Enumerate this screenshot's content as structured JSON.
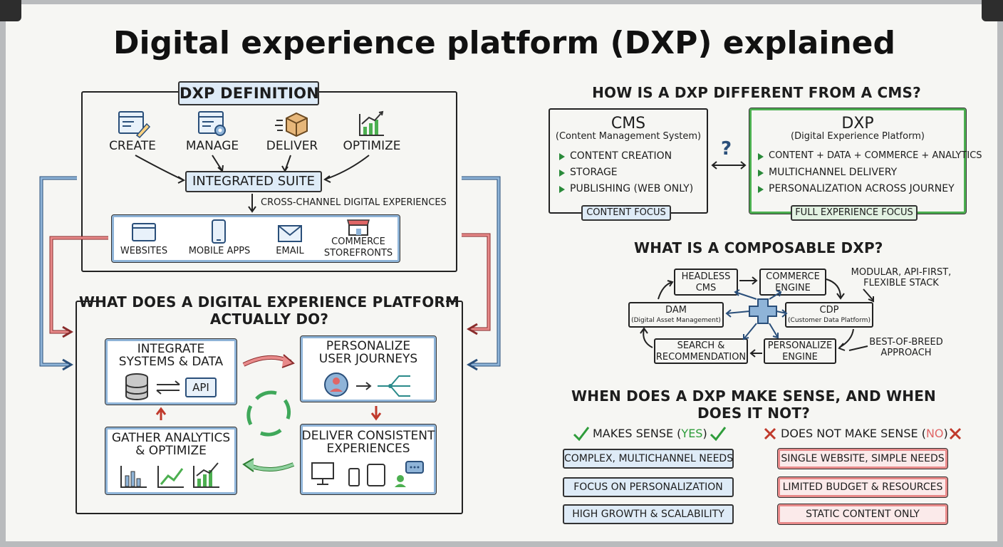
{
  "title": "Digital experience platform (DXP) explained",
  "definition": {
    "heading": "DXP DEFINITION",
    "capabilities": [
      {
        "label": "CREATE",
        "icon": "browser-pencil-icon"
      },
      {
        "label": "MANAGE",
        "icon": "list-gear-icon"
      },
      {
        "label": "DELIVER",
        "icon": "package-box-icon"
      },
      {
        "label": "OPTIMIZE",
        "icon": "bar-chart-trend-icon"
      }
    ],
    "suite": "INTEGRATED SUITE",
    "cross_channel": "CROSS-CHANNEL DIGITAL EXPERIENCES",
    "channels": [
      {
        "label": "WEBSITES",
        "icon": "browser-window-icon"
      },
      {
        "label": "MOBILE APPS",
        "icon": "smartphone-icon"
      },
      {
        "label": "EMAIL",
        "icon": "envelope-icon"
      },
      {
        "label": "COMMERCE STOREFRONTS",
        "line1": "COMMERCE",
        "line2": "STOREFRONTS",
        "icon": "storefront-icon"
      }
    ]
  },
  "what_does": {
    "heading_line1": "WHAT DOES A DIGITAL EXPERIENCE PLATFORM",
    "heading_line2": "ACTUALLY DO?",
    "steps": [
      {
        "line1": "INTEGRATE",
        "line2": "SYSTEMS & DATA",
        "api": "API"
      },
      {
        "line1": "PERSONALIZE",
        "line2": "USER JOURNEYS"
      },
      {
        "line1": "DELIVER CONSISTENT",
        "line2": "EXPERIENCES"
      },
      {
        "line1": "GATHER ANALYTICS",
        "line2": "& OPTIMIZE"
      }
    ]
  },
  "cms_vs_dxp": {
    "heading": "HOW IS A DXP DIFFERENT FROM A CMS?",
    "question": "?",
    "cms": {
      "title": "CMS",
      "subtitle": "(Content Management System)",
      "items": [
        "CONTENT CREATION",
        "STORAGE",
        "PUBLISHING (WEB ONLY)"
      ],
      "focus": "CONTENT FOCUS"
    },
    "dxp": {
      "title": "DXP",
      "subtitle": "(Digital Experience Platform)",
      "items": [
        "CONTENT + DATA + COMMERCE + ANALYTICS",
        "MULTICHANNEL DELIVERY",
        "PERSONALIZATION ACROSS JOURNEY"
      ],
      "focus": "FULL EXPERIENCE FOCUS"
    }
  },
  "composable": {
    "heading": "WHAT IS A COMPOSABLE DXP?",
    "nodes": {
      "headless": {
        "line1": "HEADLESS",
        "line2": "CMS"
      },
      "commerce": {
        "line1": "COMMERCE",
        "line2": "ENGINE"
      },
      "dam": {
        "title": "DAM",
        "subtitle": "(Digital Asset Management)"
      },
      "cdp": {
        "title": "CDP",
        "subtitle": "(Customer Data Platform)"
      },
      "search": {
        "line1": "SEARCH &",
        "line2": "RECOMMENDATION"
      },
      "personalize": {
        "line1": "PERSONALIZE",
        "line2": "ENGINE"
      }
    },
    "note_top": {
      "line1": "MODULAR, API-FIRST,",
      "line2": "FLEXIBLE STACK"
    },
    "note_bottom": {
      "line1": "BEST-OF-BREED",
      "line2": "APPROACH"
    }
  },
  "when": {
    "heading_line1": "WHEN DOES A DXP MAKE SENSE, AND WHEN",
    "heading_line2": "DOES IT NOT?",
    "yes": {
      "label_prefix": "MAKES SENSE (",
      "label_word": "YES",
      "label_suffix": ")",
      "items": [
        "COMPLEX, MULTICHANNEL NEEDS",
        "FOCUS ON PERSONALIZATION",
        "HIGH GROWTH & SCALABILITY"
      ]
    },
    "no": {
      "label_prefix": "DOES NOT MAKE SENSE (",
      "label_word": "NO",
      "label_suffix": ")",
      "items": [
        "SINGLE WEBSITE, SIMPLE NEEDS",
        "LIMITED BUDGET & RESOURCES",
        "STATIC CONTENT ONLY"
      ]
    }
  },
  "colors": {
    "blue": "#8fb4d8",
    "green": "#4caf50",
    "red": "#e06666",
    "ink": "#1d1d1d"
  }
}
